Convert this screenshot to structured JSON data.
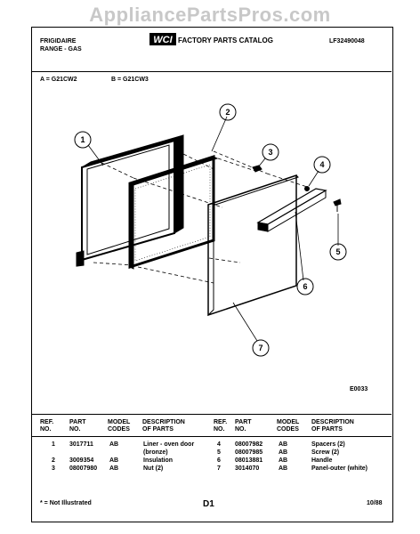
{
  "watermark": "AppliancePartsPros.com",
  "header": {
    "brand": "FRIGIDAIRE",
    "product": "RANGE - GAS",
    "logo_text": "WCI",
    "catalog": "FACTORY PARTS CATALOG",
    "doc_number": "LF32490048",
    "model_a": "A = G21CW2",
    "model_b": "B = G21CW3"
  },
  "diagram": {
    "callouts": [
      "1",
      "2",
      "3",
      "4",
      "5",
      "6",
      "7"
    ],
    "code": "E0033"
  },
  "table": {
    "headers_left": {
      "ref": "REF.\nNO.",
      "part": "PART\nNO.",
      "codes": "MODEL\nCODES",
      "desc": "DESCRIPTION\nOF PARTS"
    },
    "headers_right": {
      "ref": "REF.\nNO.",
      "part": "PART\nNO.",
      "codes": "MODEL\nCODES",
      "desc": "DESCRIPTION\nOF PARTS"
    },
    "left_rows": [
      {
        "ref": "1",
        "part": "3017711",
        "codes": "AB",
        "desc": "Liner - oven door"
      },
      {
        "ref": "",
        "part": "",
        "codes": "",
        "desc": "(bronze)"
      },
      {
        "ref": "2",
        "part": "3009354",
        "codes": "AB",
        "desc": "Insulation"
      },
      {
        "ref": "3",
        "part": "08007980",
        "codes": "AB",
        "desc": "Nut (2)"
      }
    ],
    "right_rows": [
      {
        "ref": "4",
        "part": "08007982",
        "codes": "AB",
        "desc": "Spacers (2)"
      },
      {
        "ref": "5",
        "part": "08007985",
        "codes": "AB",
        "desc": "Screw (2)"
      },
      {
        "ref": "6",
        "part": "08013881",
        "codes": "AB",
        "desc": "Handle"
      },
      {
        "ref": "7",
        "part": "3014070",
        "codes": "AB",
        "desc": "Panel-outer (white)"
      }
    ]
  },
  "footer": {
    "note": "* = Not Illustrated",
    "page": "D1",
    "date": "10/88"
  }
}
